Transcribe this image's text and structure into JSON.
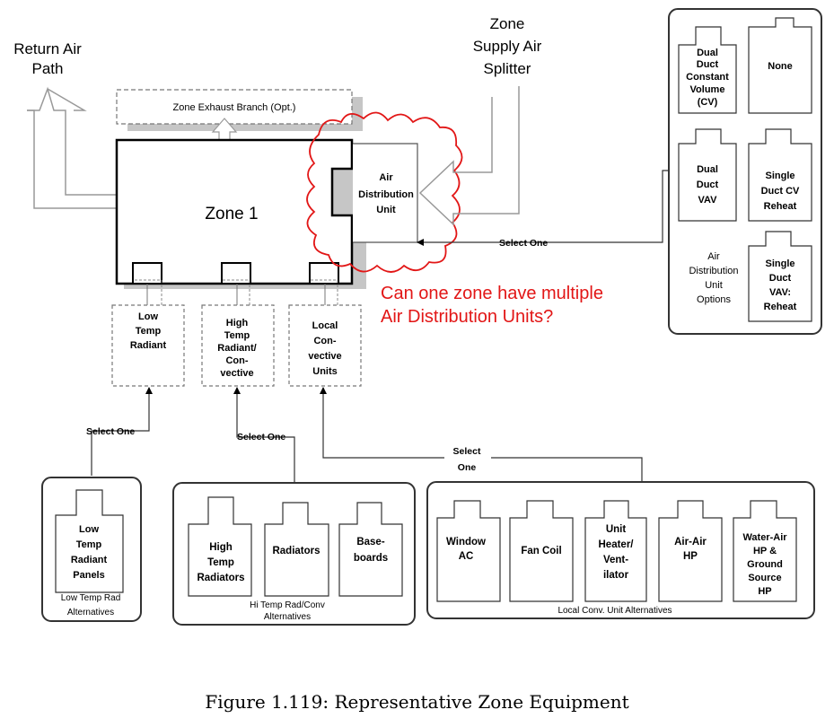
{
  "labels": {
    "return_air": [
      "Return Air",
      "Path"
    ],
    "zone_supply": [
      "Zone",
      "Supply Air",
      "Splitter"
    ],
    "zone_exhaust": "Zone Exhaust Branch (Opt.)",
    "zone1": "Zone 1",
    "adu": [
      "Air",
      "Distribution",
      "Unit"
    ],
    "select_one": "Select One",
    "select_one_split": [
      "Select",
      "One"
    ],
    "question": [
      "Can one zone have multiple",
      "Air Distribution Units?"
    ]
  },
  "adu_options": {
    "items": [
      [
        "Dual",
        "Duct",
        "Constant",
        "Volume",
        "(CV)"
      ],
      [
        "None"
      ],
      [
        "Dual",
        "Duct",
        "VAV"
      ],
      [
        "Single",
        "Duct CV",
        "Reheat"
      ],
      [
        "Single",
        "Duct",
        "VAV:",
        "Reheat"
      ]
    ],
    "label": [
      "Air",
      "Distribution",
      "Unit",
      "Options"
    ]
  },
  "zone_equipment": {
    "low_temp": [
      "Low",
      "Temp",
      "Radiant"
    ],
    "high_temp": [
      "High",
      "Temp",
      "Radiant/",
      "Con-",
      "vective"
    ],
    "local": [
      "Local",
      "Con-",
      "vective",
      "Units"
    ]
  },
  "low_temp_alternatives": {
    "items": [
      [
        "Low",
        "Temp",
        "Radiant",
        "Panels"
      ]
    ],
    "label": [
      "Low Temp Rad",
      "Alternatives"
    ]
  },
  "hi_temp_alternatives": {
    "items": [
      [
        "High",
        "Temp",
        "Radiators"
      ],
      [
        "Radiators"
      ],
      [
        "Base-",
        "boards"
      ]
    ],
    "label": [
      "Hi Temp Rad/Conv",
      "Alternatives"
    ]
  },
  "local_alternatives": {
    "items": [
      [
        "Window",
        "AC"
      ],
      [
        "Fan Coil"
      ],
      [
        "Unit",
        "Heater/",
        "Vent-",
        "ilator"
      ],
      [
        "Air-Air",
        "HP"
      ],
      [
        "Water-Air",
        "HP &",
        "Ground",
        "Source",
        "HP"
      ]
    ],
    "label": "Local Conv. Unit Alternatives"
  },
  "caption": "Figure 1.119: Representative Zone Equipment"
}
